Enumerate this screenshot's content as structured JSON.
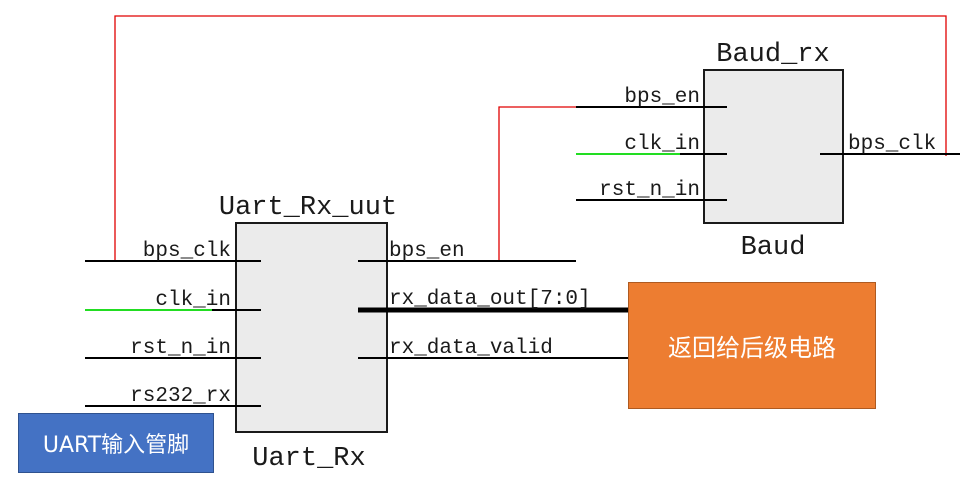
{
  "modules": {
    "uart_rx": {
      "instance_name": "Uart_Rx_uut",
      "module_name": "Uart_Rx",
      "inputs": [
        "bps_clk",
        "clk_in",
        "rst_n_in",
        "rs232_rx"
      ],
      "outputs": [
        "bps_en",
        "rx_data_out[7:0]",
        "rx_data_valid"
      ]
    },
    "baud": {
      "instance_name": "Baud_rx",
      "module_name": "Baud",
      "inputs": [
        "bps_en",
        "clk_in",
        "rst_n_in"
      ],
      "outputs": [
        "bps_clk"
      ]
    }
  },
  "callouts": {
    "uart_input_pin": "UART输入管脚",
    "return_to_next_stage": "返回给后级电路"
  },
  "colors": {
    "block_fill": "#ebebeb",
    "block_stroke": "#1a1a1a",
    "wire": "#000000",
    "feedback_wire": "#e00000",
    "clock_wire": "#22dd22",
    "uart_callout_fill": "#4472c4",
    "uart_callout_border": "#2f528f",
    "back_callout_fill": "#ed7d31",
    "back_callout_border": "#ae5a21"
  }
}
